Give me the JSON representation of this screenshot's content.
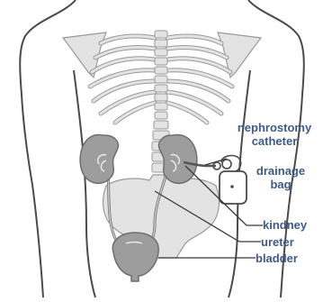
{
  "labels": {
    "nephrostomy": "nephrostomy",
    "catheter": "catheter",
    "drainage": "drainage",
    "bag": "bag",
    "kidney": "kindney",
    "ureter": "ureter",
    "bladder": "bladder"
  },
  "colors": {
    "label_text": "#3f5a86",
    "body_outline": "#4a4a4a",
    "skeleton_fill": "#e3e3e3",
    "skeleton_stroke": "#9a9a9a",
    "organ_fill": "#9d9d9d",
    "organ_stroke": "#6e6e6e",
    "leader_line": "#3a3a3a"
  },
  "icons": [
    "torso-outline",
    "scapula-icon",
    "rib-cage-icon",
    "spine-icon",
    "pelvis-icon",
    "kidney-icon",
    "bladder-icon",
    "drainage-bag-icon"
  ]
}
